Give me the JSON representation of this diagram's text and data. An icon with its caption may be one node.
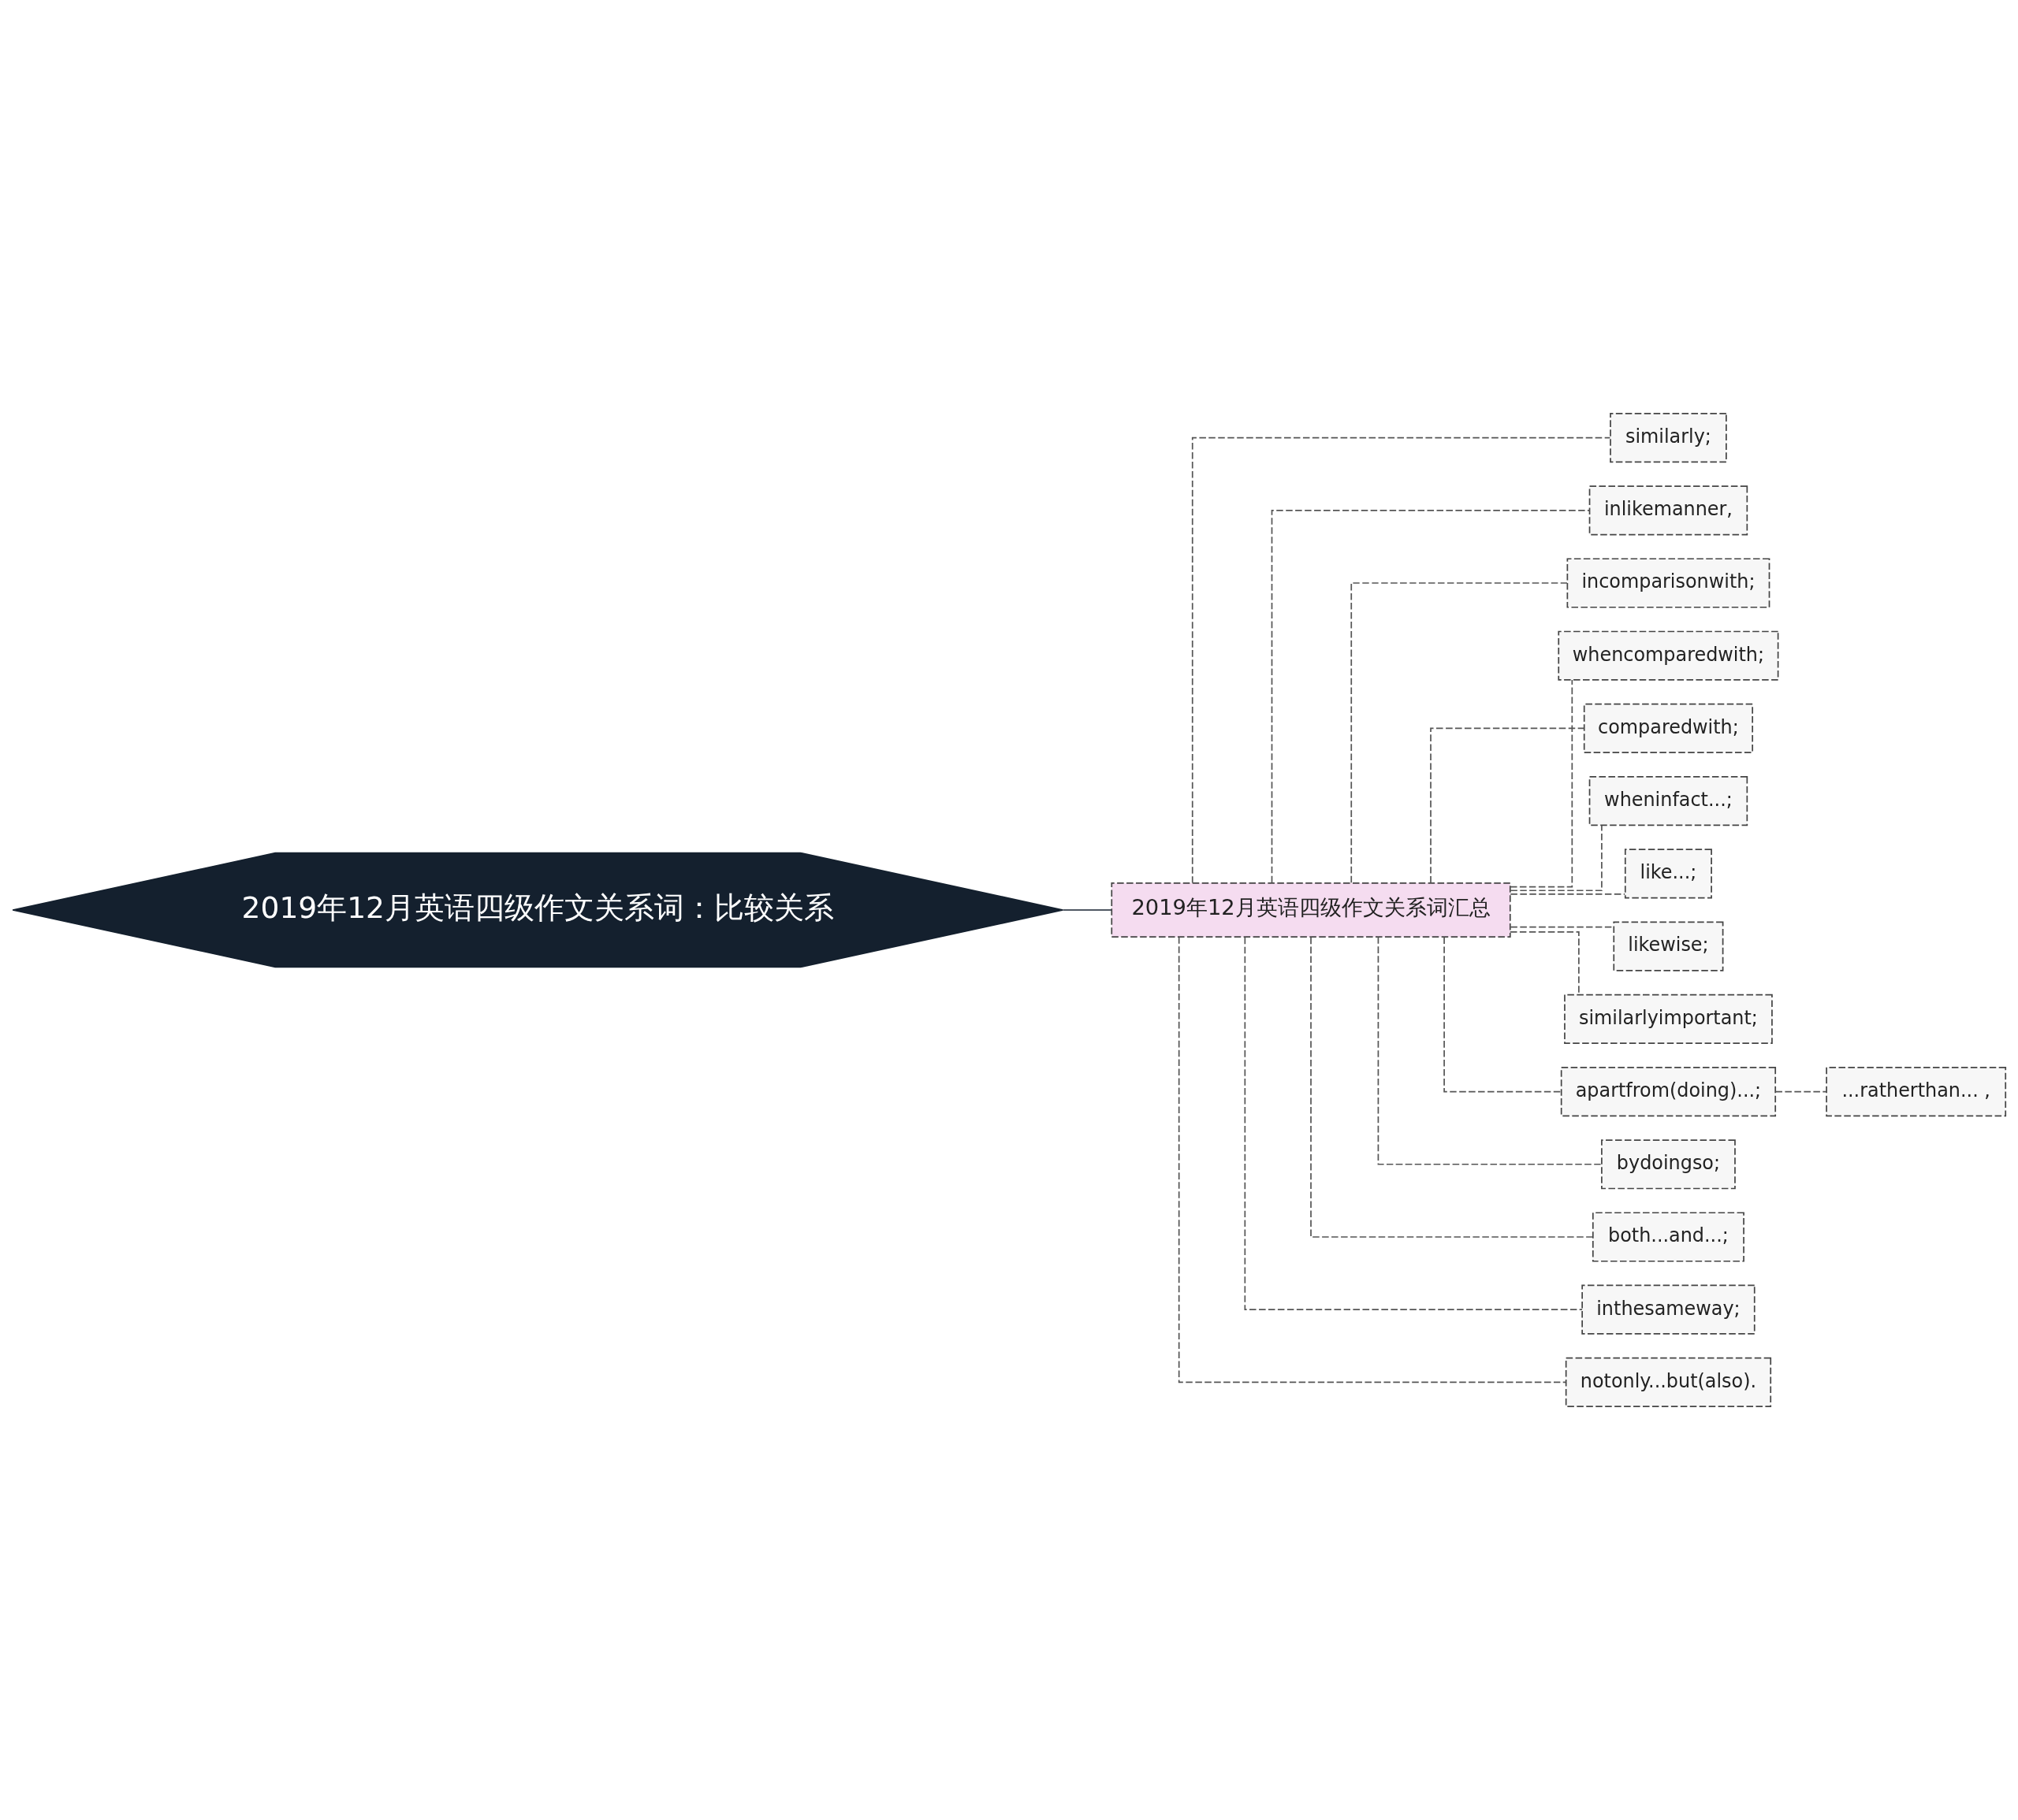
{
  "diagram": {
    "nodes": [
      {
        "text": [
          "2019年12月英语四级作文关系词：比较关系"
        ]
      },
      {
        "text": [
          "2019年12月英语四级作文关系词汇总"
        ]
      },
      {
        "text": [
          "similarly;"
        ]
      },
      {
        "text": [
          "inlikemanner,"
        ]
      },
      {
        "text": [
          "incomparisonwith;"
        ]
      },
      {
        "text": [
          "whencomparedwith;"
        ]
      },
      {
        "text": [
          "comparedwith;"
        ]
      },
      {
        "text": [
          "wheninfact...;"
        ]
      },
      {
        "text": [
          "like...;"
        ]
      },
      {
        "text": [
          "likewise;"
        ]
      },
      {
        "text": [
          "similarlyimportant;"
        ]
      },
      {
        "text": [
          "apartfrom(doing)...;"
        ]
      },
      {
        "text": [
          "...ratherthan... ,"
        ]
      },
      {
        "text": [
          "bydoingso;"
        ]
      },
      {
        "text": [
          "both...and...;"
        ]
      },
      {
        "text": [
          "inthesameway;"
        ]
      },
      {
        "text": [
          "notonly...but(also)."
        ]
      }
    ],
    "edges": [
      {
        "from": 0,
        "to": 1,
        "arrow": "none",
        "color": "#14202e"
      },
      {
        "from": 1,
        "to": 2,
        "arrow": "none",
        "style": "dashed"
      },
      {
        "from": 1,
        "to": 3,
        "arrow": "none",
        "style": "dashed"
      },
      {
        "from": 1,
        "to": 4,
        "arrow": "none",
        "style": "dashed"
      },
      {
        "from": 1,
        "to": 5,
        "arrow": "none",
        "style": "dashed"
      },
      {
        "from": 1,
        "to": 6,
        "arrow": "none",
        "style": "dashed"
      },
      {
        "from": 1,
        "to": 7,
        "arrow": "none",
        "style": "dashed"
      },
      {
        "from": 1,
        "to": 8,
        "arrow": "none",
        "style": "dashed"
      },
      {
        "from": 1,
        "to": 9,
        "arrow": "none",
        "style": "dashed"
      },
      {
        "from": 1,
        "to": 10,
        "arrow": "none",
        "style": "dashed"
      },
      {
        "from": 1,
        "to": 11,
        "arrow": "none",
        "style": "dashed"
      },
      {
        "from": 11,
        "to": 12,
        "arrow": "none",
        "style": "dashed"
      },
      {
        "from": 1,
        "to": 13,
        "arrow": "none",
        "style": "dashed"
      },
      {
        "from": 1,
        "to": 14,
        "arrow": "none",
        "style": "dashed"
      },
      {
        "from": 1,
        "to": 15,
        "arrow": "none",
        "style": "dashed"
      },
      {
        "from": 1,
        "to": 16,
        "arrow": "none",
        "style": "dashed"
      }
    ]
  }
}
